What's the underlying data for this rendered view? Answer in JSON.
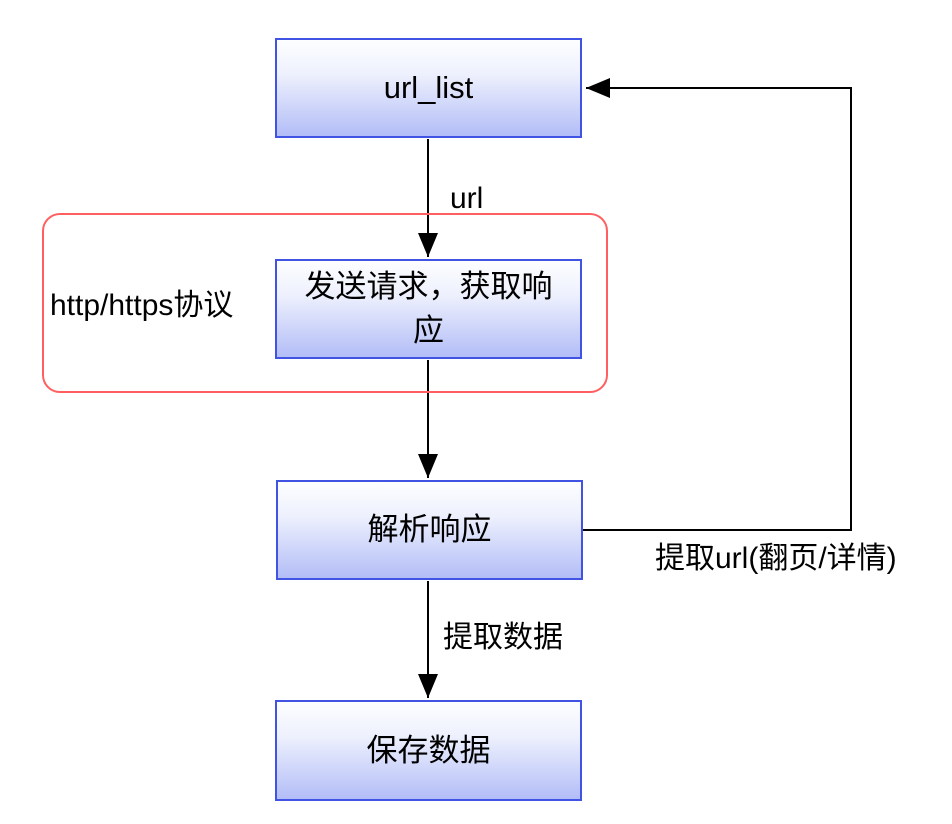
{
  "diagram": {
    "title": "web-crawler-flowchart",
    "nodes": {
      "url_list": "url_list",
      "send_request": "发送请求，获取响\n应",
      "parse_response": "解析响应",
      "save_data": "保存数据"
    },
    "group_label": "http/https协议",
    "edge_labels": {
      "url": "url",
      "extract_url": "提取url(翻页/详情)",
      "extract_data": "提取数据"
    },
    "colors": {
      "node_border": "#4053e3",
      "node_fill_top": "#fdfeff",
      "node_fill_bottom": "#b3bdf7",
      "group_border": "#ff5f5f",
      "arrow": "#000000",
      "text": "#000000"
    }
  }
}
